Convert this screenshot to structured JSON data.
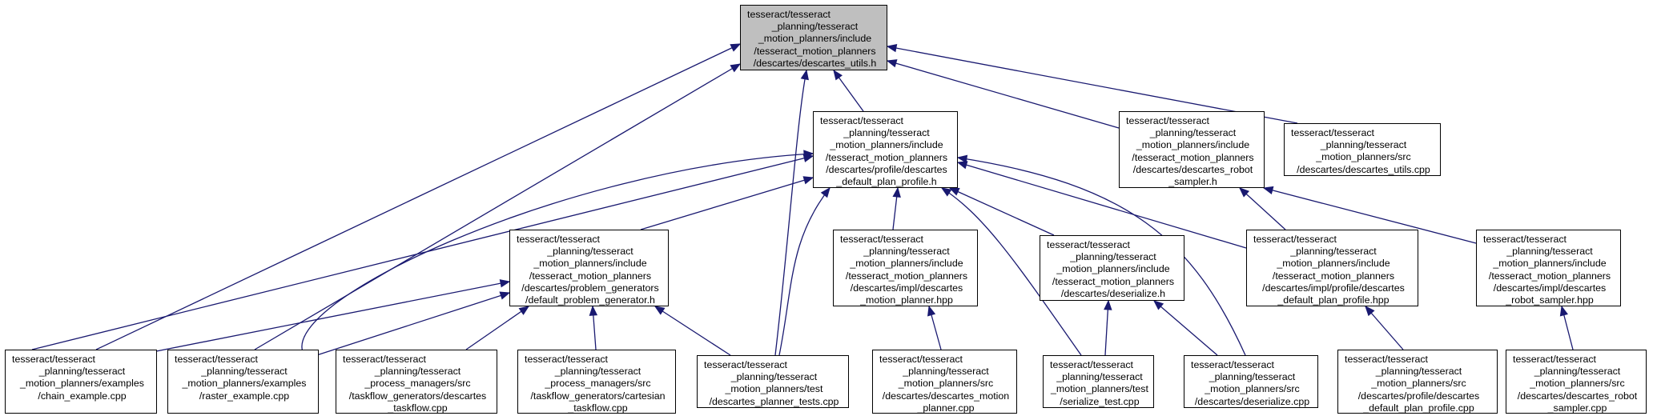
{
  "graph": {
    "edge_color": "#191970",
    "root_fill": "#bfbfbf",
    "nodes": [
      {
        "id": "root",
        "lines": [
          "tesseract/tesseract",
          "_planning/tesseract",
          "_motion_planners/include",
          "/tesseract_motion_planners",
          "/descartes/descartes_utils.h"
        ]
      },
      {
        "id": "default_plan_profile_h",
        "lines": [
          "tesseract/tesseract",
          "_planning/tesseract",
          "_motion_planners/include",
          "/tesseract_motion_planners",
          "/descartes/profile/descartes",
          "_default_plan_profile.h"
        ]
      },
      {
        "id": "robot_sampler_h",
        "lines": [
          "tesseract/tesseract",
          "_planning/tesseract",
          "_motion_planners/include",
          "/tesseract_motion_planners",
          "/descartes/descartes_robot",
          "_sampler.h"
        ]
      },
      {
        "id": "descartes_utils_cpp",
        "lines": [
          "tesseract/tesseract",
          "_planning/tesseract",
          "_motion_planners/src",
          "/descartes/descartes_utils.cpp"
        ]
      },
      {
        "id": "problem_generator_h",
        "lines": [
          "tesseract/tesseract",
          "_planning/tesseract",
          "_motion_planners/include",
          "/tesseract_motion_planners",
          "/descartes/problem_generators",
          "/default_problem_generator.h"
        ]
      },
      {
        "id": "motion_planner_hpp",
        "lines": [
          "tesseract/tesseract",
          "_planning/tesseract",
          "_motion_planners/include",
          "/tesseract_motion_planners",
          "/descartes/impl/descartes",
          "_motion_planner.hpp"
        ]
      },
      {
        "id": "deserialize_h",
        "lines": [
          "tesseract/tesseract",
          "_planning/tesseract",
          "_motion_planners/include",
          "/tesseract_motion_planners",
          "/descartes/deserialize.h"
        ]
      },
      {
        "id": "impl_plan_profile_hpp",
        "lines": [
          "tesseract/tesseract",
          "_planning/tesseract",
          "_motion_planners/include",
          "/tesseract_motion_planners",
          "/descartes/impl/profile/descartes",
          "_default_plan_profile.hpp"
        ]
      },
      {
        "id": "impl_robot_sampler_hpp",
        "lines": [
          "tesseract/tesseract",
          "_planning/tesseract",
          "_motion_planners/include",
          "/tesseract_motion_planners",
          "/descartes/impl/descartes",
          "_robot_sampler.hpp"
        ]
      },
      {
        "id": "chain_example",
        "lines": [
          "tesseract/tesseract",
          "_planning/tesseract",
          "_motion_planners/examples",
          "/chain_example.cpp"
        ]
      },
      {
        "id": "raster_example",
        "lines": [
          "tesseract/tesseract",
          "_planning/tesseract",
          "_motion_planners/examples",
          "/raster_example.cpp"
        ]
      },
      {
        "id": "taskflow_descartes",
        "lines": [
          "tesseract/tesseract",
          "_planning/tesseract",
          "_process_managers/src",
          "/taskflow_generators/descartes",
          "_taskflow.cpp"
        ]
      },
      {
        "id": "taskflow_cartesian",
        "lines": [
          "tesseract/tesseract",
          "_planning/tesseract",
          "_process_managers/src",
          "/taskflow_generators/cartesian",
          "_taskflow.cpp"
        ]
      },
      {
        "id": "planner_tests",
        "lines": [
          "tesseract/tesseract",
          "_planning/tesseract",
          "_motion_planners/test",
          "/descartes_planner_tests.cpp"
        ]
      },
      {
        "id": "motion_planner_cpp",
        "lines": [
          "tesseract/tesseract",
          "_planning/tesseract",
          "_motion_planners/src",
          "/descartes/descartes_motion",
          "_planner.cpp"
        ]
      },
      {
        "id": "serialize_test",
        "lines": [
          "tesseract/tesseract",
          "_planning/tesseract",
          "_motion_planners/test",
          "/serialize_test.cpp"
        ]
      },
      {
        "id": "deserialize_cpp",
        "lines": [
          "tesseract/tesseract",
          "_planning/tesseract",
          "_motion_planners/src",
          "/descartes/deserialize.cpp"
        ]
      },
      {
        "id": "profile_plan_profile_cpp",
        "lines": [
          "tesseract/tesseract",
          "_planning/tesseract",
          "_motion_planners/src",
          "/descartes/profile/descartes",
          "_default_plan_profile.cpp"
        ]
      },
      {
        "id": "robot_sampler_cpp",
        "lines": [
          "tesseract/tesseract",
          "_planning/tesseract",
          "_motion_planners/src",
          "/descartes/descartes_robot",
          "_sampler.cpp"
        ]
      }
    ],
    "edges": [
      [
        "default_plan_profile_h",
        "root"
      ],
      [
        "robot_sampler_h",
        "root"
      ],
      [
        "descartes_utils_cpp",
        "root"
      ],
      [
        "chain_example",
        "root"
      ],
      [
        "raster_example",
        "root"
      ],
      [
        "planner_tests",
        "root"
      ],
      [
        "problem_generator_h",
        "default_plan_profile_h"
      ],
      [
        "motion_planner_hpp",
        "default_plan_profile_h"
      ],
      [
        "deserialize_h",
        "default_plan_profile_h"
      ],
      [
        "impl_plan_profile_hpp",
        "default_plan_profile_h"
      ],
      [
        "chain_example",
        "default_plan_profile_h"
      ],
      [
        "raster_example",
        "default_plan_profile_h"
      ],
      [
        "planner_tests",
        "default_plan_profile_h"
      ],
      [
        "serialize_test",
        "default_plan_profile_h"
      ],
      [
        "deserialize_cpp",
        "default_plan_profile_h"
      ],
      [
        "impl_plan_profile_hpp",
        "robot_sampler_h"
      ],
      [
        "impl_robot_sampler_hpp",
        "robot_sampler_h"
      ],
      [
        "chain_example",
        "problem_generator_h"
      ],
      [
        "raster_example",
        "problem_generator_h"
      ],
      [
        "taskflow_descartes",
        "problem_generator_h"
      ],
      [
        "taskflow_cartesian",
        "problem_generator_h"
      ],
      [
        "planner_tests",
        "problem_generator_h"
      ],
      [
        "motion_planner_cpp",
        "motion_planner_hpp"
      ],
      [
        "serialize_test",
        "deserialize_h"
      ],
      [
        "deserialize_cpp",
        "deserialize_h"
      ],
      [
        "profile_plan_profile_cpp",
        "impl_plan_profile_hpp"
      ],
      [
        "robot_sampler_cpp",
        "impl_robot_sampler_hpp"
      ]
    ]
  }
}
